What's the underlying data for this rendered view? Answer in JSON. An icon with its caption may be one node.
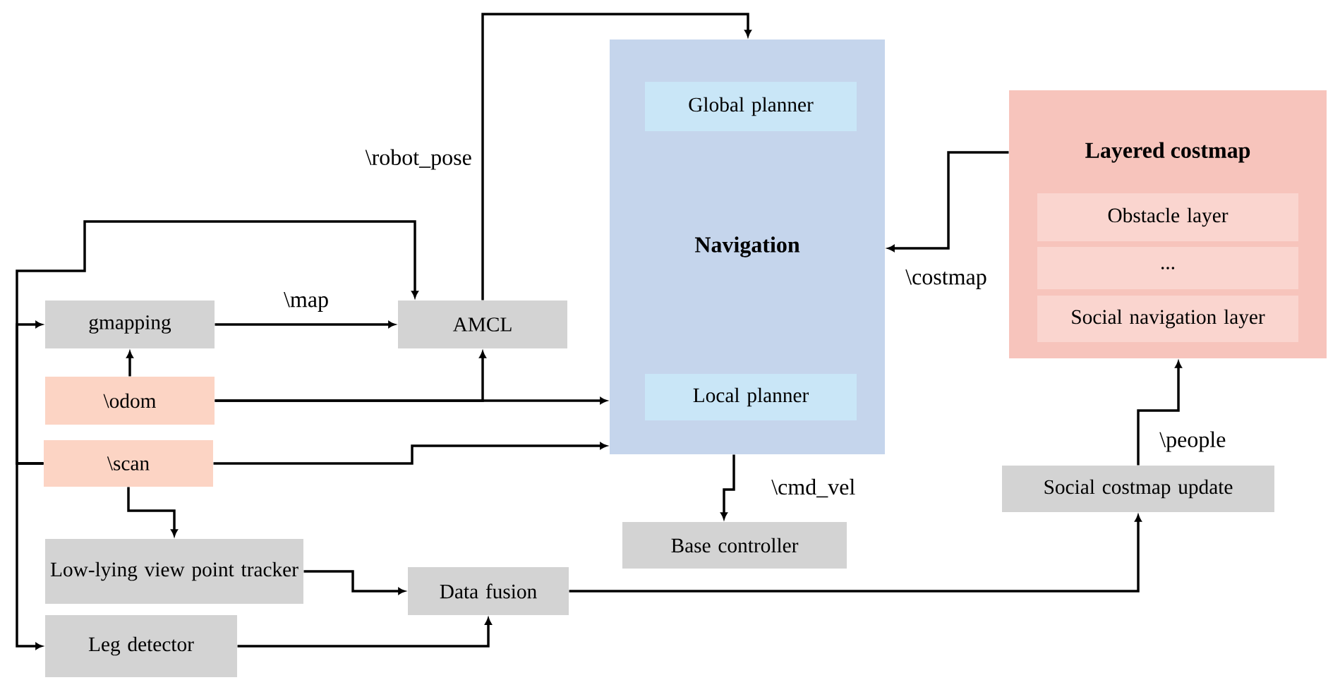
{
  "diagram": {
    "nodes": [
      {
        "text": [
          "Navigation"
        ]
      },
      {
        "text": [
          "Global planner"
        ],
        "in": 0
      },
      {
        "text": [
          "Local planner"
        ],
        "in": 0
      },
      {
        "text": [
          "Layered costmap"
        ]
      },
      {
        "text": [
          "Obstacle layer"
        ],
        "in": 3
      },
      {
        "text": [
          "..."
        ],
        "in": 3
      },
      {
        "text": [
          "Social navigation layer"
        ],
        "in": 3
      },
      {
        "text": [
          "gmapping"
        ]
      },
      {
        "text": [
          "AMCL"
        ]
      },
      {
        "text": [
          "\\odom"
        ]
      },
      {
        "text": [
          "\\scan"
        ]
      },
      {
        "text": [
          "Low-lying view point tracker"
        ]
      },
      {
        "text": [
          "Data fusion"
        ]
      },
      {
        "text": [
          "Leg detector"
        ]
      },
      {
        "text": [
          "Base controller"
        ]
      },
      {
        "text": [
          "Social costmap update"
        ]
      }
    ],
    "edges": [
      {
        "from": 10,
        "to": 7,
        "arrow": "to"
      },
      {
        "from": 10,
        "to": 8,
        "arrow": "to"
      },
      {
        "from": 10,
        "to": 13,
        "arrow": "to"
      },
      {
        "from": 10,
        "to": 0,
        "arrow": "to"
      },
      {
        "from": 10,
        "to": 11,
        "arrow": "to"
      },
      {
        "from": 9,
        "to": 7,
        "arrow": "to"
      },
      {
        "from": 9,
        "to": 8,
        "arrow": "to"
      },
      {
        "from": 9,
        "to": 0,
        "arrow": "to"
      },
      {
        "from": 7,
        "to": 8,
        "arrow": "to",
        "label": "\\map"
      },
      {
        "from": 8,
        "to": 0,
        "arrow": "to",
        "label": "\\robot_pose"
      },
      {
        "from": 3,
        "to": 0,
        "arrow": "to",
        "label": "\\costmap"
      },
      {
        "from": 0,
        "to": 14,
        "arrow": "to",
        "label": "\\cmd_vel"
      },
      {
        "from": 11,
        "to": 12,
        "arrow": "to"
      },
      {
        "from": 13,
        "to": 12,
        "arrow": "to"
      },
      {
        "from": 12,
        "to": 15,
        "arrow": "to"
      },
      {
        "from": 15,
        "to": 3,
        "arrow": "to",
        "label": "\\people"
      }
    ]
  }
}
